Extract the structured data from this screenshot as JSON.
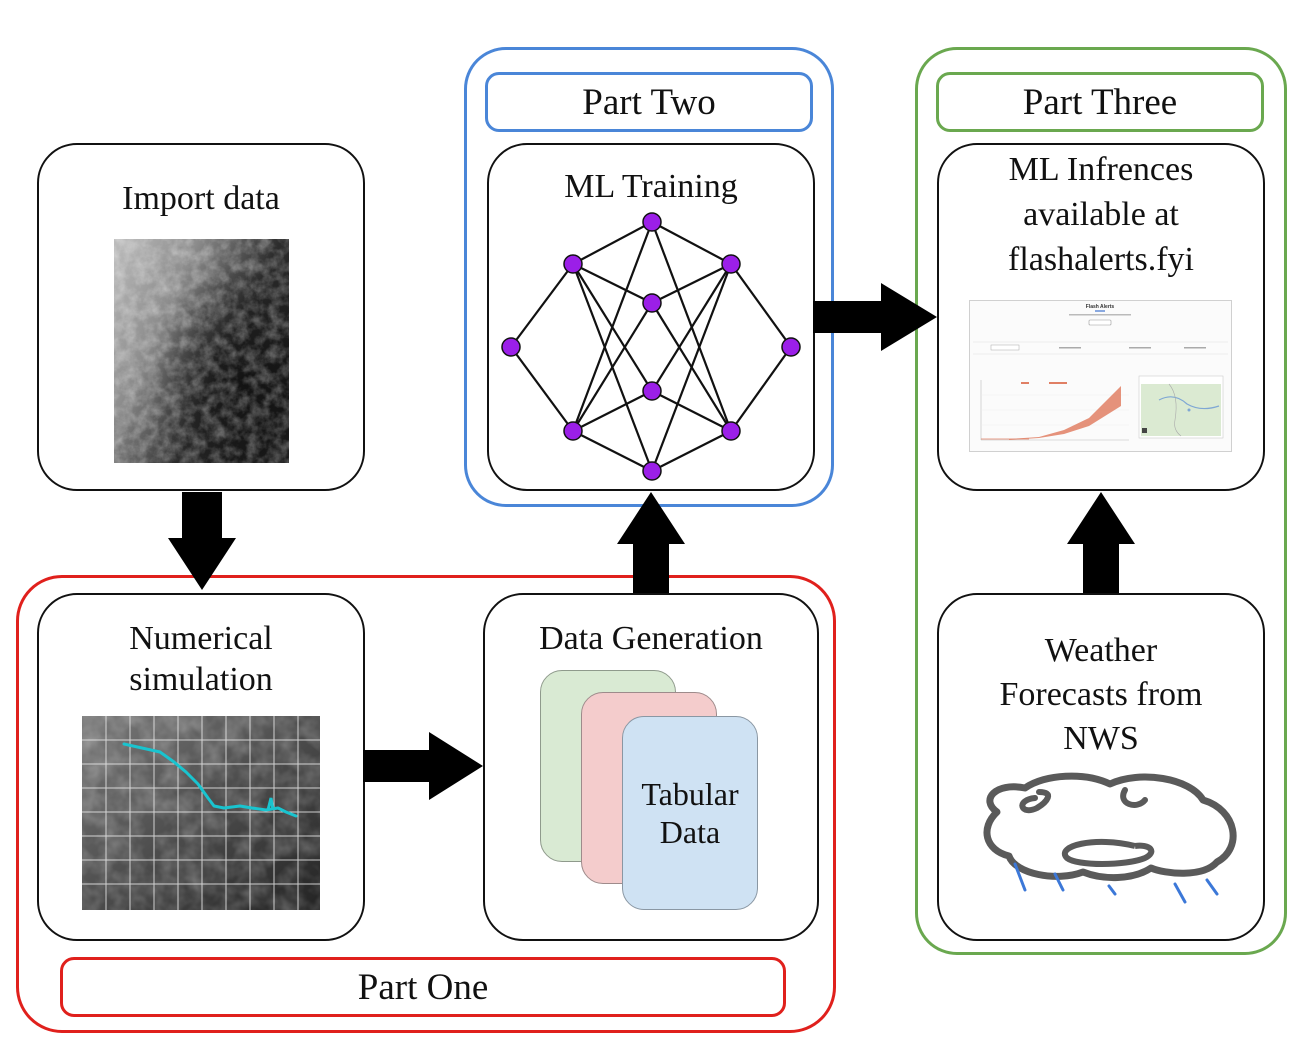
{
  "groups": {
    "part_one": "Part One",
    "part_two": "Part Two",
    "part_three": "Part Three"
  },
  "nodes": {
    "import_data": "Import data",
    "numerical_simulation": "Numerical\nsimulation",
    "data_generation": "Data Generation",
    "tabular_data": "Tabular\nData",
    "ml_training": "ML Training",
    "ml_inferences": "ML Infrences\navailable at\nflashalerts.fyi",
    "weather_forecasts": "Weather\nForecasts from\nNWS"
  },
  "screenshot": {
    "title": "Flash Alerts"
  },
  "colors": {
    "part_one": "#e0201c",
    "part_two": "#4a86d8",
    "part_three": "#6aa84f",
    "neuron": "#9b1fe8",
    "sheet_green": "#d9ead3",
    "sheet_red": "#f4cccc",
    "sheet_blue": "#cfe2f3",
    "river": "#19c4cf"
  }
}
